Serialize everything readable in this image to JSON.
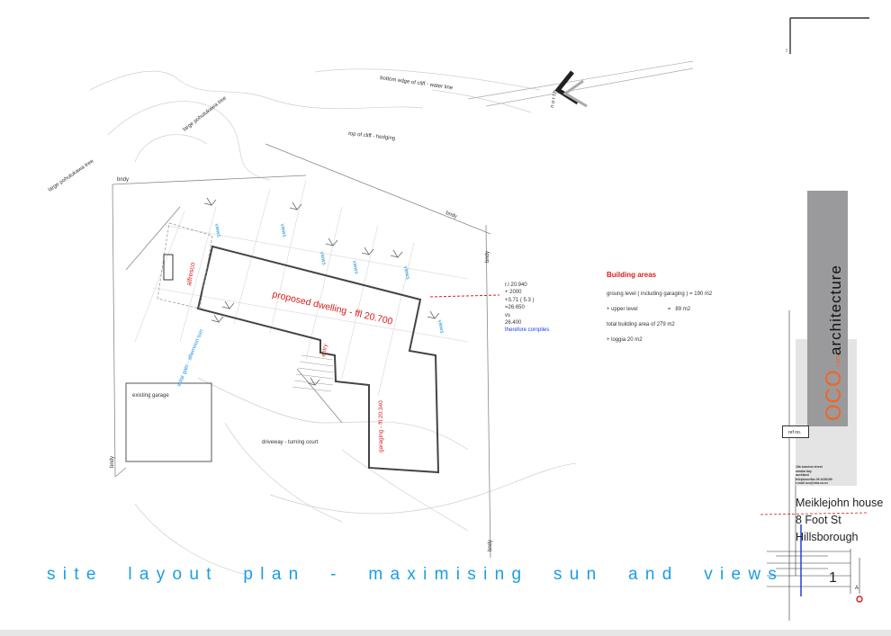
{
  "plan": {
    "title": "site layout plan - maximising sun and views",
    "north_label": "north",
    "labels": {
      "cliff_bottom": "bottom edge of cliff - water line",
      "cliff_top": "top of cliff - hedging",
      "tree_1": "large pohutukawa tree",
      "tree_2": "large pohutukawa tree",
      "bndy": "bndy",
      "views": "views",
      "alfresco": "alfresco",
      "dwelling": "proposed dwelling - ffl 20.700",
      "entry": "entry",
      "garaging": "garaging - ffl 20.340",
      "garage": "existing garage",
      "driveway": "driveway - turning court",
      "solar": "solar gain - afternoon sun"
    },
    "calc_lines": [
      "r.l 20.940",
      "+ 2000",
      "+3.71 ( 5.3 )",
      "=26.650",
      "vs",
      "26.400"
    ],
    "calc_result": "therefore complies"
  },
  "areas": {
    "heading": "Building areas",
    "rows": [
      "groung level ( including garaging ) = 190 m2",
      "+ upper level                    =   89 m2",
      "total building area of  279 m2",
      "+ loggia 20 m2"
    ]
  },
  "titleblock": {
    "brand_main": "OCO",
    "brand_com": ".com",
    "brand_arch": "architecture",
    "ref": "ref no.",
    "firm_lines": [
      "15a seaview street",
      "omaha bay",
      "auckland",
      "telephone/fax 09 4235189",
      "e-mail  oco@xtra.co.nz"
    ],
    "project_lines": [
      "Meiklejohn house",
      "8 Foot St",
      "Hillsborough"
    ],
    "sheet_number": "1",
    "revision": "A"
  },
  "colors": {
    "accent_blue": "#1a9de6",
    "accent_red": "#d81e1e",
    "brand_orange": "#f26522",
    "brand_grey": "#9a9a9c"
  }
}
